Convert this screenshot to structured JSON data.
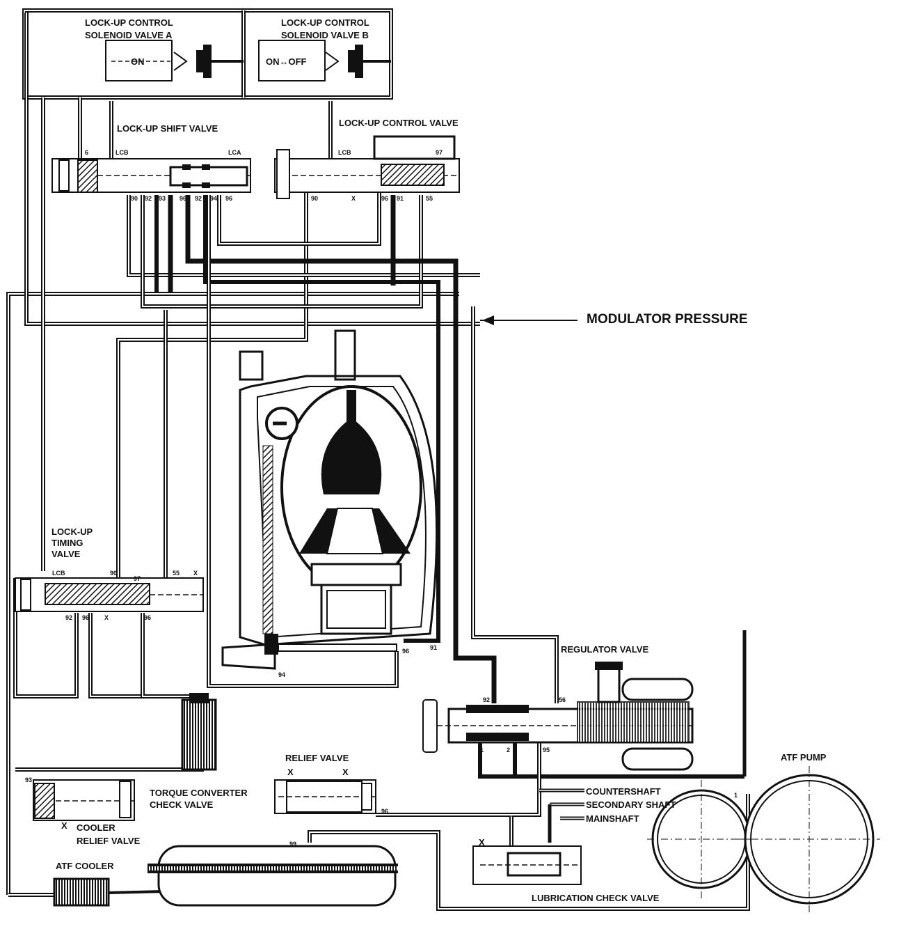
{
  "labels": {
    "solenoid_a": [
      "LOCK-UP CONTROL",
      "SOLENOID VALVE A"
    ],
    "solenoid_b": [
      "LOCK-UP CONTROL",
      "SOLENOID VALVE B"
    ],
    "solenoid_a_state": "ON",
    "solenoid_b_state": "ON↔OFF",
    "lockup_shift_valve": "LOCK-UP SHIFT VALVE",
    "lockup_control_valve": "LOCK-UP CONTROL VALVE",
    "modulator_pressure": "MODULATOR PRESSURE",
    "lockup_timing_valve": [
      "LOCK-UP",
      "TIMING",
      "VALVE"
    ],
    "regulator_valve": "REGULATOR VALVE",
    "relief_valve": "RELIEF VALVE",
    "torque_converter_check_valve": [
      "TORQUE CONVERTER",
      "CHECK VALVE"
    ],
    "cooler_relief_valve": [
      "COOLER",
      "RELIEF VALVE"
    ],
    "atf_cooler": "ATF COOLER",
    "atf_pump": "ATF PUMP",
    "countershaft": "COUNTERSHAFT",
    "secondary_shaft": "SECONDARY SHAFT",
    "mainshaft": "MAINSHAFT",
    "lubrication_check_valve": "LUBRICATION CHECK VALVE"
  },
  "port_labels": {
    "shift_top": [
      "6",
      "LCB",
      "LCA"
    ],
    "shift_bottom": [
      "90",
      "92",
      "93",
      "96",
      "92",
      "94",
      "96"
    ],
    "control_top": [
      "LCB",
      "97"
    ],
    "control_bottom": [
      "90",
      "X",
      "96",
      "91",
      "55"
    ],
    "timing_top": [
      "LCB",
      "90",
      "97",
      "55",
      "X"
    ],
    "timing_bottom": [
      "92",
      "96",
      "X",
      "96"
    ],
    "converter": [
      "96",
      "91",
      "94"
    ],
    "regulator": [
      "92",
      "56",
      "1",
      "2",
      "95"
    ],
    "relief": [
      "X",
      "X",
      "96"
    ],
    "cooler_relief": [
      "93",
      "X"
    ],
    "cooler_line": "99",
    "lubrication": [
      "X"
    ],
    "pump": "1"
  }
}
